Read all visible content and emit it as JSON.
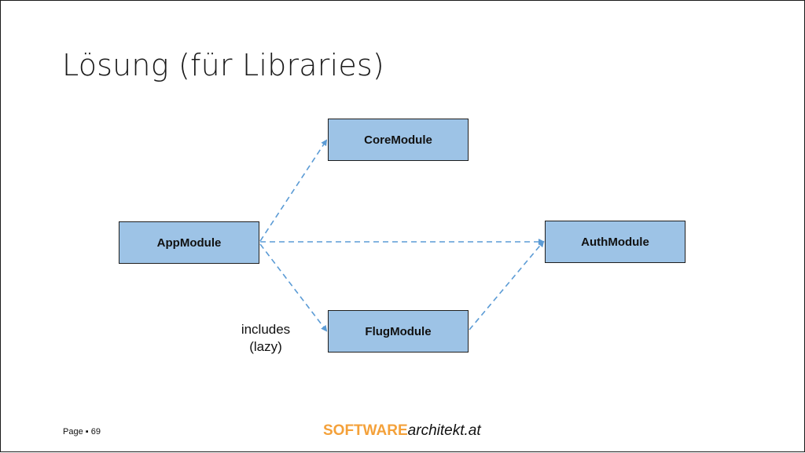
{
  "slide": {
    "title": "Lösung (für Libraries)",
    "footer": {
      "page_label": "Page ▪ 69"
    },
    "logo": {
      "part1": "SOFTWARE",
      "part2": "architekt.at"
    }
  },
  "diagram": {
    "nodes": {
      "core": "CoreModule",
      "app": "AppModule",
      "auth": "AuthModule",
      "flug": "FlugModule"
    },
    "note": {
      "line1": "includes",
      "line2": "(lazy)"
    },
    "edges": [
      {
        "from": "app",
        "to": "core",
        "style": "dashed"
      },
      {
        "from": "app",
        "to": "auth",
        "style": "dashed"
      },
      {
        "from": "app",
        "to": "flug",
        "style": "dashed"
      },
      {
        "from": "flug",
        "to": "auth",
        "style": "dashed"
      }
    ]
  },
  "colors": {
    "node_fill": "#9dc3e6",
    "edge": "#5b9bd5",
    "logo_accent": "#f4a13a"
  }
}
